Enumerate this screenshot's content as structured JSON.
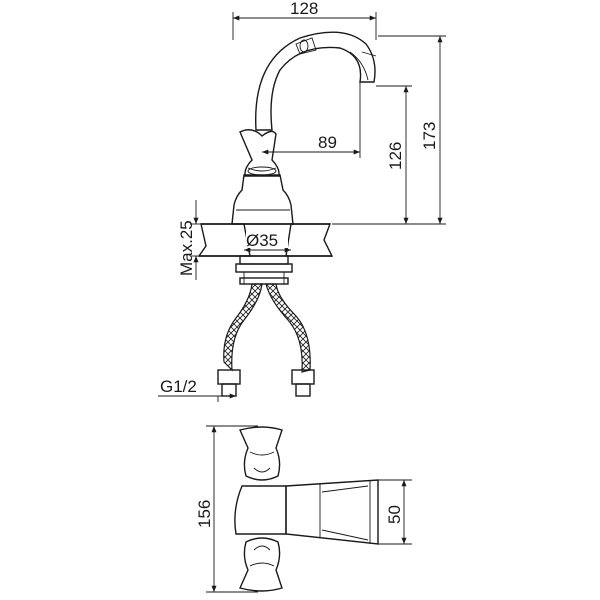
{
  "dimensions": {
    "width_top": "128",
    "spout_reach": "89",
    "spout_height": "126",
    "overall_height": "173",
    "max_counter": "Max.25",
    "hole_diameter": "Ø35",
    "thread": "G1/2",
    "plan_depth": "156",
    "spout_width": "50"
  }
}
